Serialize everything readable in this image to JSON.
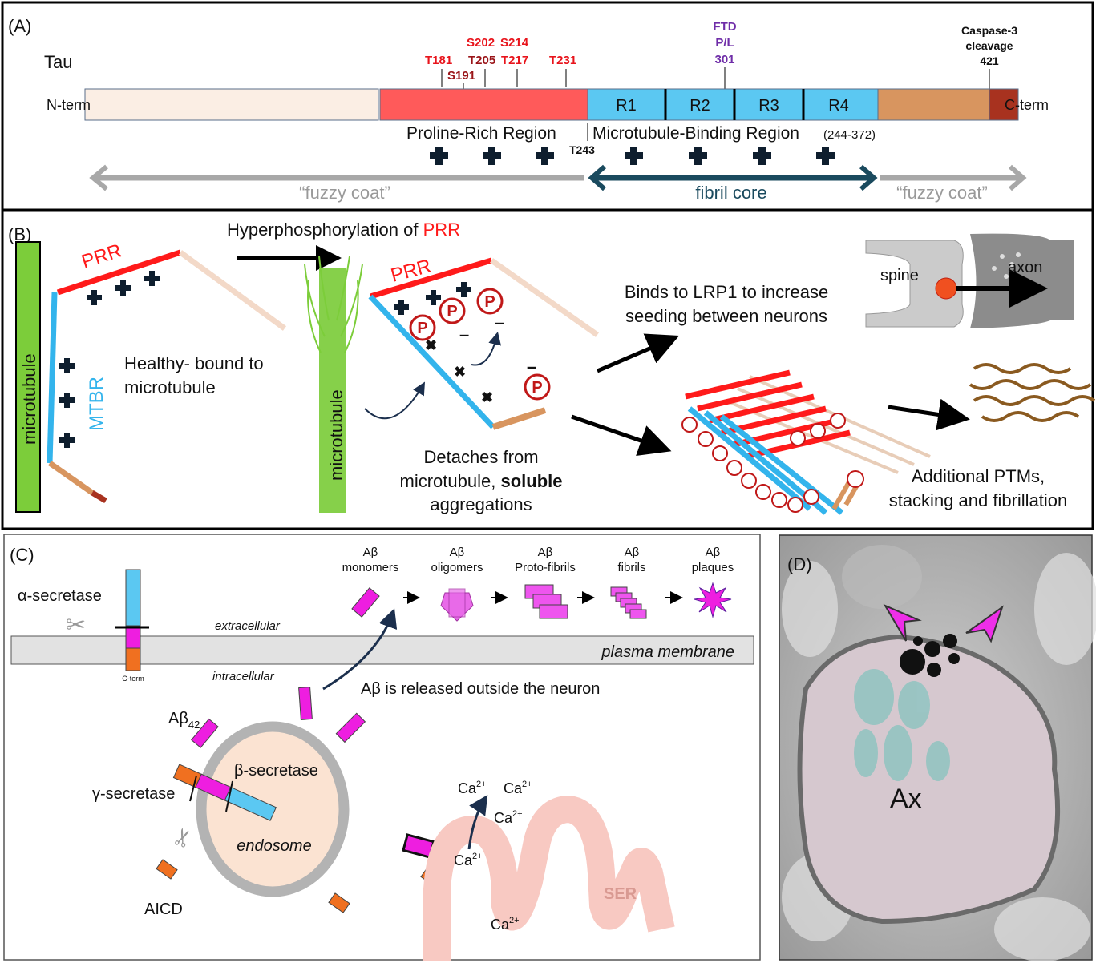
{
  "panel_a": {
    "label": "(A)",
    "protein": "Tau",
    "n_term": "N-term",
    "c_term": "C-term",
    "sites": {
      "t181": "T181",
      "s191": "S191",
      "s202": "S202",
      "t205": "T205",
      "s214": "S214",
      "t217": "T217",
      "t231": "T231"
    },
    "ftd": [
      "FTD",
      "P/L",
      "301"
    ],
    "caspase": [
      "Caspase-3",
      "cleavage",
      "421"
    ],
    "repeats": [
      "R1",
      "R2",
      "R3",
      "R4"
    ],
    "prr": "Proline-Rich Region",
    "mtbr": "Microtubule-Binding Region",
    "mtbr_range": "(244-372)",
    "t243": "T243",
    "fuzzy_left": "“fuzzy coat”",
    "fibril_core": "fibril core",
    "fuzzy_right": "“fuzzy coat”",
    "colors": {
      "nterm": "#fbeee4",
      "prr": "#ff5a5a",
      "mtbr": "#5bc8f2",
      "ctail": "#d8955f",
      "cterm": "#a8321f",
      "core_arrow": "#1a4a5e",
      "fuzzy_arrow": "#a8a8a8"
    }
  },
  "panel_b": {
    "label": "(B)",
    "microtubule": "microtubule",
    "prr": "PRR",
    "mtbr": "MTBR",
    "healthy": [
      "Healthy- bound to",
      "microtubule"
    ],
    "hyper_prefix": "Hyperphosphorylation of ",
    "hyper_prr": "PRR",
    "microtubule2": "microtubule",
    "prr2": "PRR",
    "phospho": "P",
    "minus": "–",
    "detaches": [
      "Detaches from",
      "microtubule, ",
      "soluble",
      "aggregations"
    ],
    "binds": [
      "Binds to LRP1 to increase",
      "seeding between neurons"
    ],
    "spine": "spine",
    "axon": "axon",
    "ptms": [
      "Additional PTMs,",
      "stacking and fibrillation"
    ]
  },
  "panel_c": {
    "label": "(C)",
    "alpha": "α-secretase",
    "extracellular": "extracellular",
    "intracellular": "intracellular",
    "plasma": "plasma membrane",
    "cterm": "C-term",
    "stages": [
      {
        "top": "Aβ",
        "bottom": "monomers"
      },
      {
        "top": "Aβ",
        "bottom": "oligomers"
      },
      {
        "top": "Aβ",
        "bottom": "Proto-fibrils"
      },
      {
        "top": "Aβ",
        "bottom": "fibrils"
      },
      {
        "top": "Aβ",
        "bottom": "plaques"
      }
    ],
    "released": "Aβ is released outside the neuron",
    "ab42": "Aβ",
    "ab42_sub": "42",
    "beta": "β-secretase",
    "gamma": "γ-secretase",
    "endosome": "endosome",
    "aicd": "AICD",
    "ca": "Ca",
    "ca_sup": "2+",
    "ser": "SER"
  },
  "panel_d": {
    "label": "(D)",
    "ax": "Ax"
  }
}
